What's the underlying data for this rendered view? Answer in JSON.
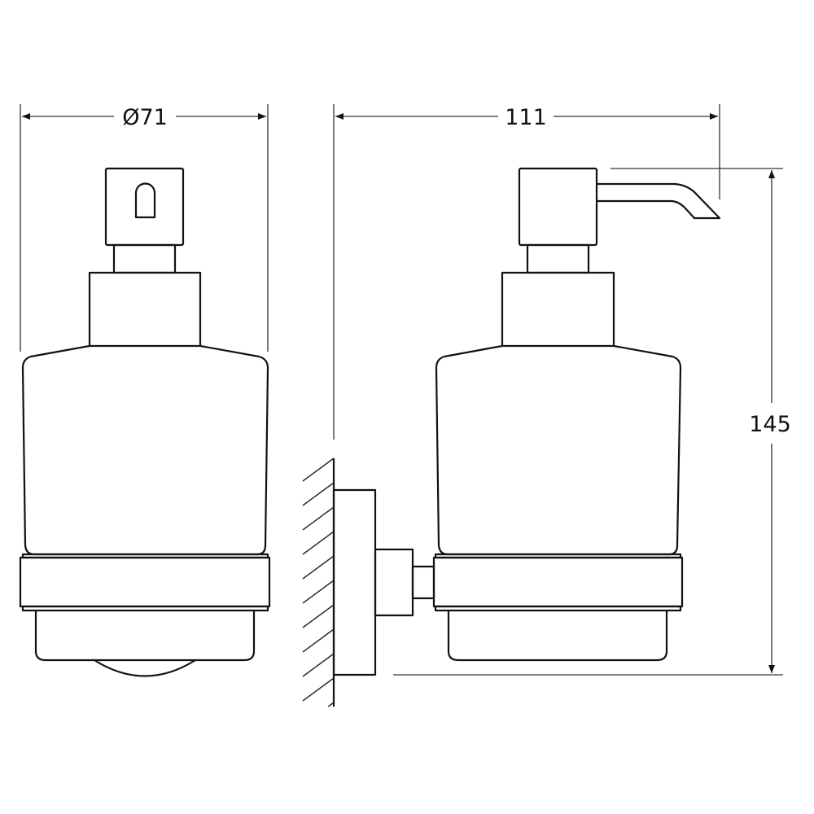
{
  "drawing": {
    "front_view": {
      "width_dimension": "Ø71"
    },
    "side_view": {
      "projection_dimension": "111",
      "height_dimension": "145"
    }
  },
  "colors": {
    "line": "#111111",
    "background": "#ffffff"
  }
}
